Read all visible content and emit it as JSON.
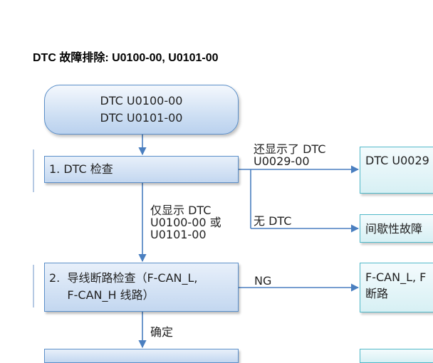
{
  "title": "DTC 故障排除: U0100-00, U0101-00",
  "start": {
    "line1": "DTC U0100-00",
    "line2": "DTC U0101-00"
  },
  "step1": {
    "label": "1.  DTC 检查"
  },
  "step2": {
    "line1": "2.  导线断路检查（F-CAN_L,",
    "line2": "     F-CAN_H 线路）"
  },
  "branches": {
    "also_shown_line1": "还显示了 DTC",
    "also_shown_line2": "U0029-00",
    "no_dtc": "无 DTC",
    "only_shown_line1": "仅显示 DTC",
    "only_shown_line2": "U0100-00 或",
    "only_shown_line3": "U0101-00",
    "ng": "NG",
    "ok": "确定"
  },
  "results": {
    "r1": "DTC U0029",
    "r2": "间歇性故障",
    "r3_line1": "F-CAN_L, F",
    "r3_line2": "断路"
  }
}
